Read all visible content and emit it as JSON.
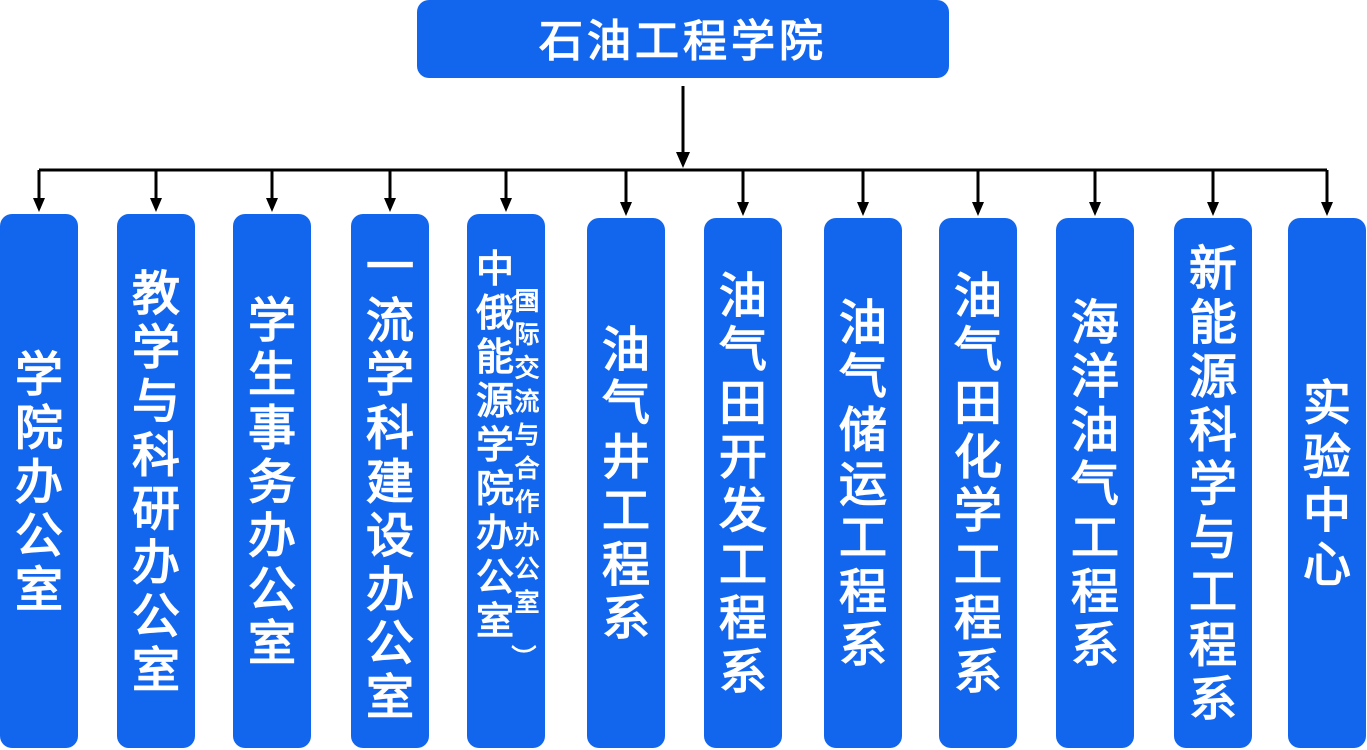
{
  "root": {
    "label": "石油工程学院"
  },
  "colors": {
    "box": "#1266ee",
    "text": "#ffffff",
    "connector": "#000000",
    "background": "#ffffff"
  },
  "departments": [
    {
      "id": "dept-1",
      "label": "学院办公室"
    },
    {
      "id": "dept-2",
      "label": "教学与科研办公室"
    },
    {
      "id": "dept-3",
      "label": "学生事务办公室"
    },
    {
      "id": "dept-4",
      "label": "一流学科建设办公室"
    },
    {
      "id": "dept-5",
      "label": "中俄能源学院办公室",
      "note": "（国际交流与合作办公室）"
    },
    {
      "id": "dept-6",
      "label": "油气井工程系"
    },
    {
      "id": "dept-7",
      "label": "油气田开发工程系"
    },
    {
      "id": "dept-8",
      "label": "油气储运工程系"
    },
    {
      "id": "dept-9",
      "label": "油气田化学工程系"
    },
    {
      "id": "dept-10",
      "label": "海洋油气工程系"
    },
    {
      "id": "dept-11",
      "label": "新能源科学与工程系"
    },
    {
      "id": "dept-12",
      "label": "实验中心"
    }
  ]
}
